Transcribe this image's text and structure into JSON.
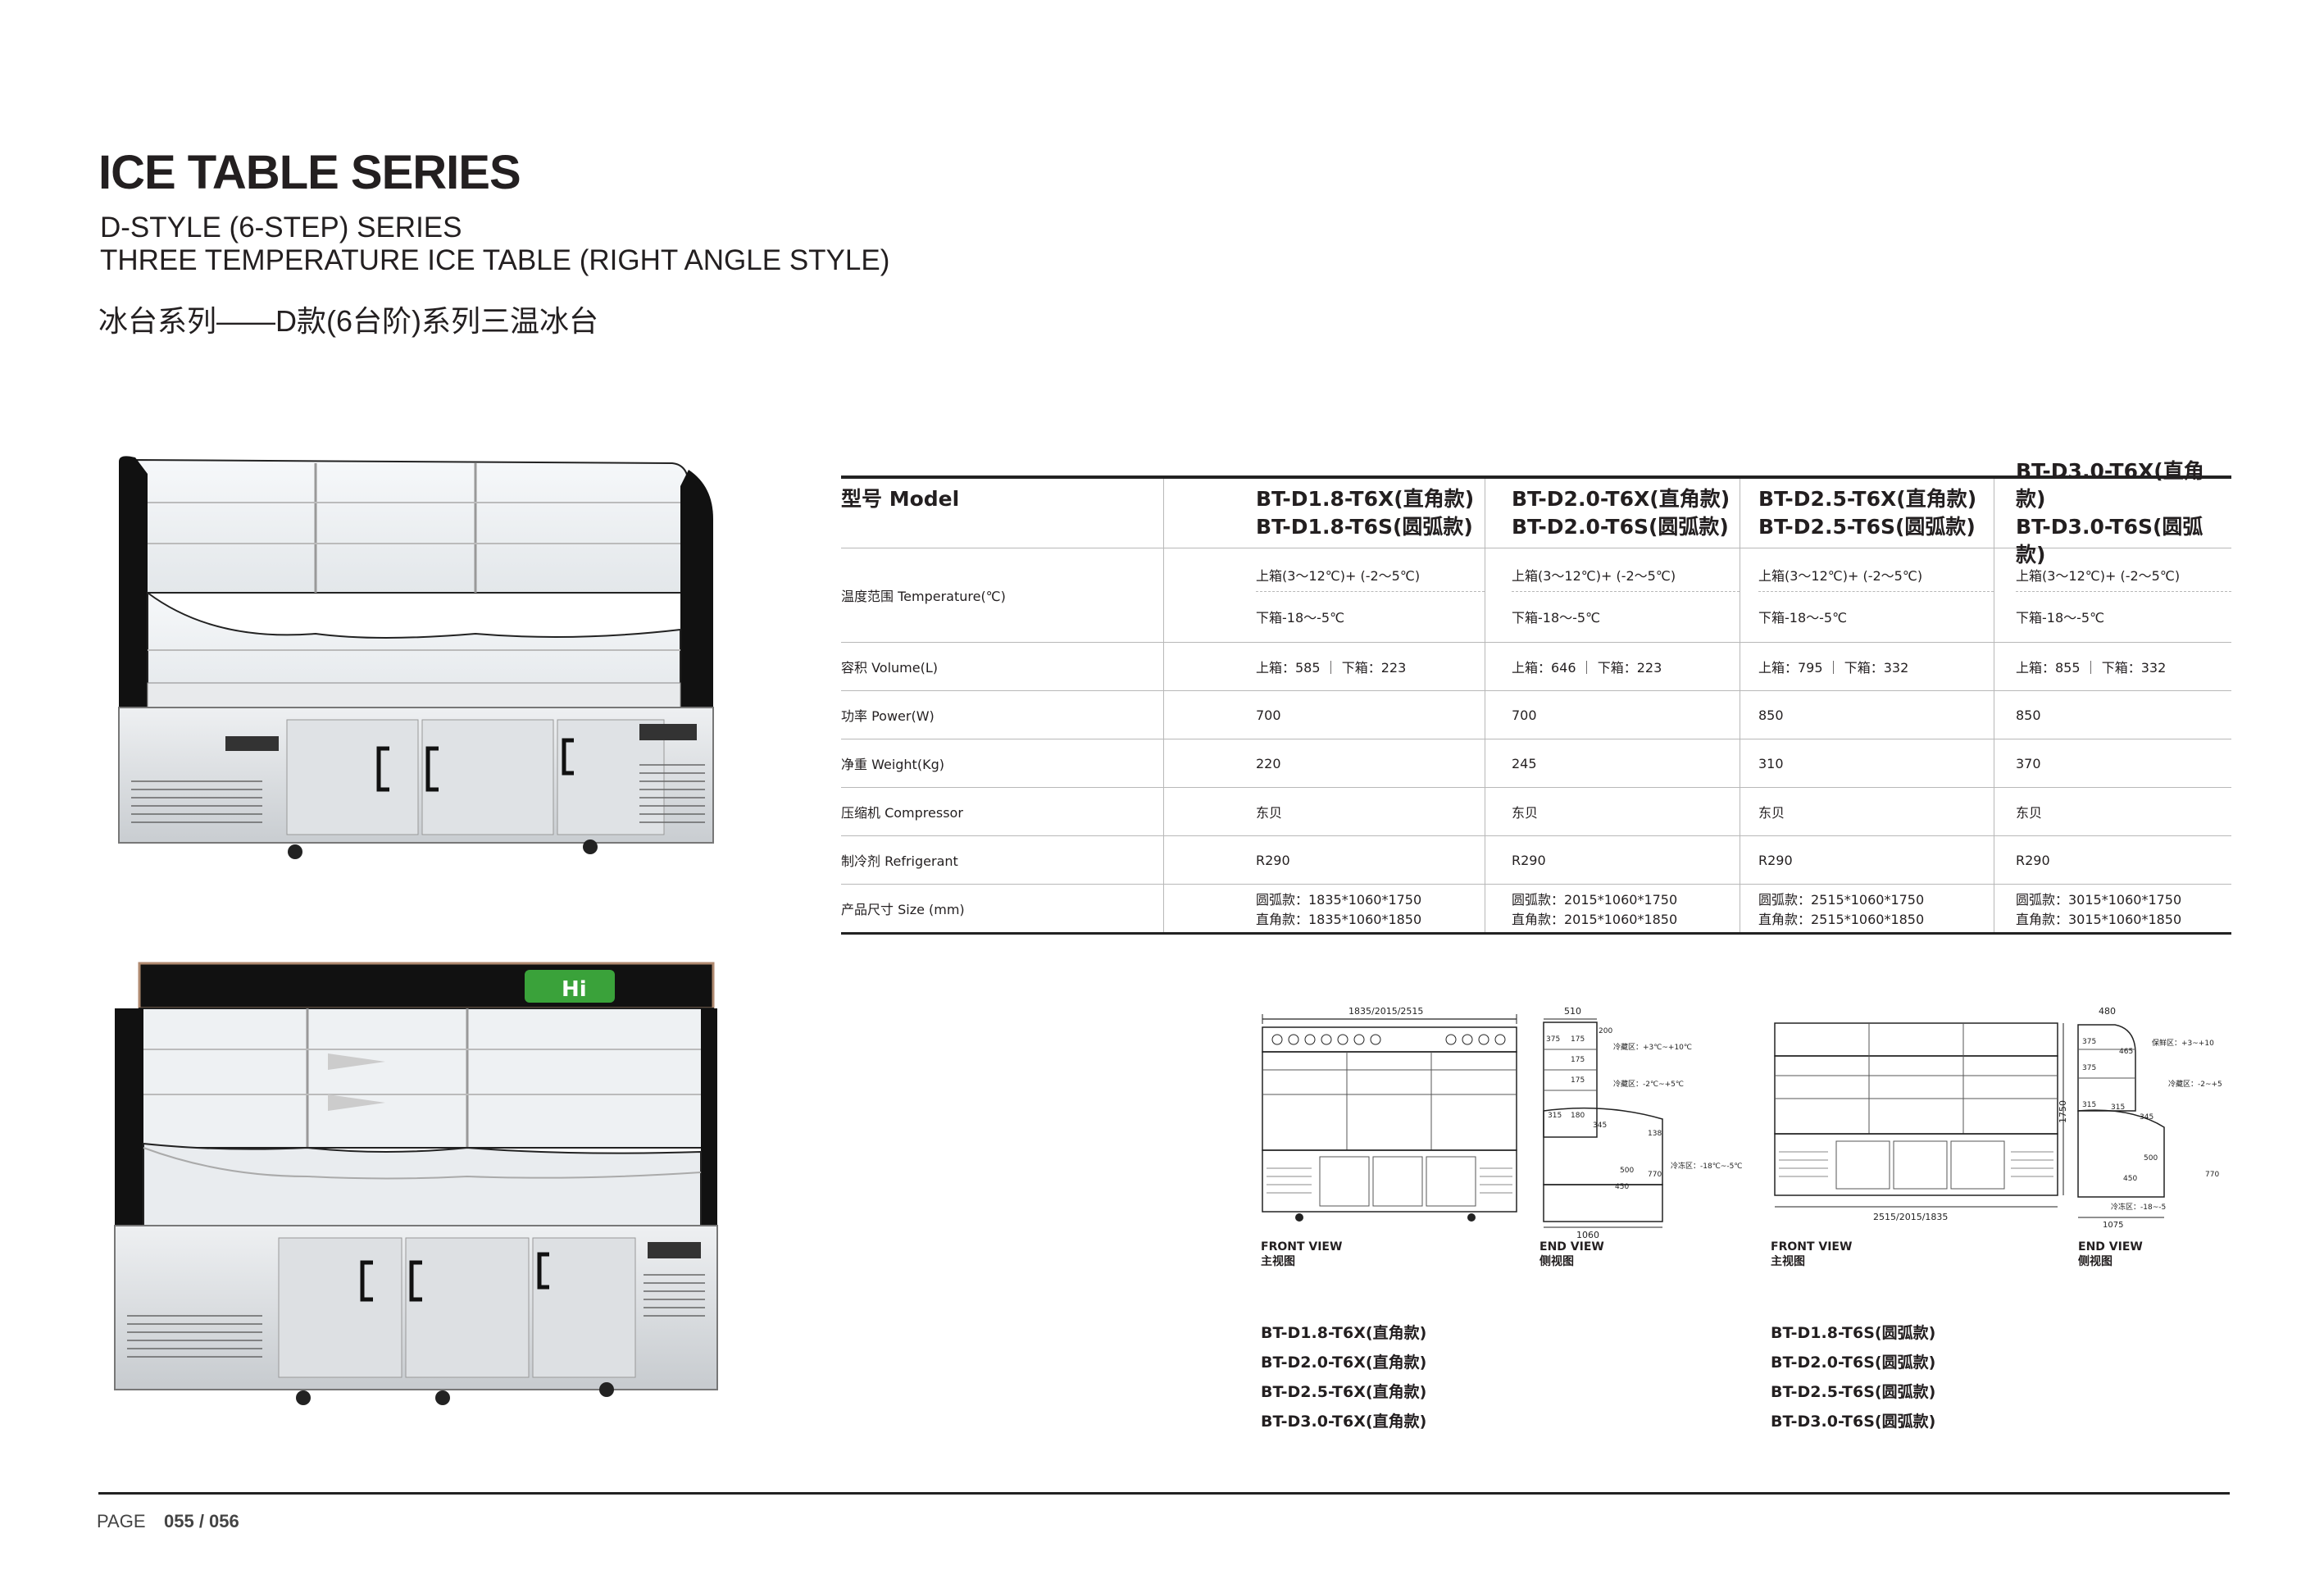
{
  "header": {
    "title": "ICE TABLE SERIES",
    "subtitle1": "D-STYLE (6-STEP) SERIES",
    "subtitle2": "THREE TEMPERATURE ICE TABLE (RIGHT ANGLE STYLE)",
    "subtitle_cn": "冰台系列——D款(6台阶)系列三温冰台"
  },
  "spec_table": {
    "header_label": "型号 Model",
    "models": [
      {
        "line1": "BT-D1.8-T6X(直角款)",
        "line2": "BT-D1.8-T6S(圆弧款)"
      },
      {
        "line1": "BT-D2.0-T6X(直角款)",
        "line2": "BT-D2.0-T6S(圆弧款)"
      },
      {
        "line1": "BT-D2.5-T6X(直角款)",
        "line2": "BT-D2.5-T6S(圆弧款)"
      },
      {
        "line1": "BT-D3.0-T6X(直角款)",
        "line2": "BT-D3.0-T6S(圆弧款)"
      }
    ],
    "temperature": {
      "label": "温度范围 Temperature(℃)",
      "upper": [
        "上箱(3～12℃)+ (-2～5℃)",
        "上箱(3～12℃)+ (-2～5℃)",
        "上箱(3～12℃)+ (-2～5℃)",
        "上箱(3～12℃)+ (-2～5℃)"
      ],
      "lower": [
        "下箱-18～-5℃",
        "下箱-18～-5℃",
        "下箱-18～-5℃",
        "下箱-18～-5℃"
      ]
    },
    "rows": [
      {
        "label": "容积 Volume(L)",
        "values": [
          "上箱：585 ｜ 下箱：223",
          "上箱：646 ｜ 下箱：223",
          "上箱：795 ｜ 下箱：332",
          "上箱：855 ｜ 下箱：332"
        ]
      },
      {
        "label": "功率 Power(W)",
        "values": [
          "700",
          "700",
          "850",
          "850"
        ]
      },
      {
        "label": "净重 Weight(Kg)",
        "values": [
          "220",
          "245",
          "310",
          "370"
        ]
      },
      {
        "label": "压缩机 Compressor",
        "values": [
          "东贝",
          "东贝",
          "东贝",
          "东贝"
        ]
      },
      {
        "label": "制冷剂 Refrigerant",
        "values": [
          "R290",
          "R290",
          "R290",
          "R290"
        ]
      }
    ],
    "size": {
      "label": "产品尺寸 Size (mm)",
      "arc": [
        "圆弧款：1835*1060*1750",
        "圆弧款：2015*1060*1750",
        "圆弧款：2515*1060*1750",
        "圆弧款：3015*1060*1750"
      ],
      "right": [
        "直角款：1835*1060*1850",
        "直角款：2015*1060*1850",
        "直角款：2515*1060*1850",
        "直角款：3015*1060*1850"
      ]
    }
  },
  "drawings": {
    "left_front": {
      "dim_top": "1835/2015/2515",
      "caption_en": "FRONT VIEW",
      "caption_cn": "主视图"
    },
    "left_end": {
      "dim_top": "510",
      "dim_bottom": "1060",
      "caption_en": "END VIEW",
      "caption_cn": "侧视图",
      "zone1": "冷藏区：+3℃~+10℃",
      "zone2": "冷藏区：-2℃~+5℃",
      "zone3": "冷冻区：-18℃~-5℃",
      "dims": [
        "375",
        "175",
        "175",
        "175",
        "200",
        "315",
        "180",
        "345",
        "138",
        "500",
        "450",
        "770"
      ]
    },
    "right_front": {
      "dim_bottom": "2515/2015/1835",
      "dim_side": "1750",
      "caption_en": "FRONT VIEW",
      "caption_cn": "主视图"
    },
    "right_end": {
      "dim_top": "480",
      "dim_bottom": "1075",
      "caption_en": "END VIEW",
      "caption_cn": "侧视图",
      "zone1": "保鲜区：+3~+10",
      "zone2": "冷藏区：-2~+5",
      "zone3": "冷冻区：-18~-5",
      "dims": [
        "375",
        "375",
        "465",
        "315",
        "315",
        "345",
        "500",
        "450",
        "770"
      ]
    }
  },
  "model_lists": {
    "right_angle": [
      "BT-D1.8-T6X(直角款)",
      "BT-D2.0-T6X(直角款)",
      "BT-D2.5-T6X(直角款)",
      "BT-D3.0-T6X(直角款)"
    ],
    "arc": [
      "BT-D1.8-T6S(圆弧款)",
      "BT-D2.0-T6S(圆弧款)",
      "BT-D2.5-T6S(圆弧款)",
      "BT-D3.0-T6S(圆弧款)"
    ]
  },
  "photo_bottom": {
    "sign_text": "Hi"
  },
  "footer": {
    "page_label": "PAGE",
    "page_number": "055 / 056"
  },
  "colors": {
    "text": "#231f20",
    "rule": "#222222",
    "steel": "#d9dcdf",
    "frame": "#111111",
    "accent_green": "#3aa23a"
  }
}
